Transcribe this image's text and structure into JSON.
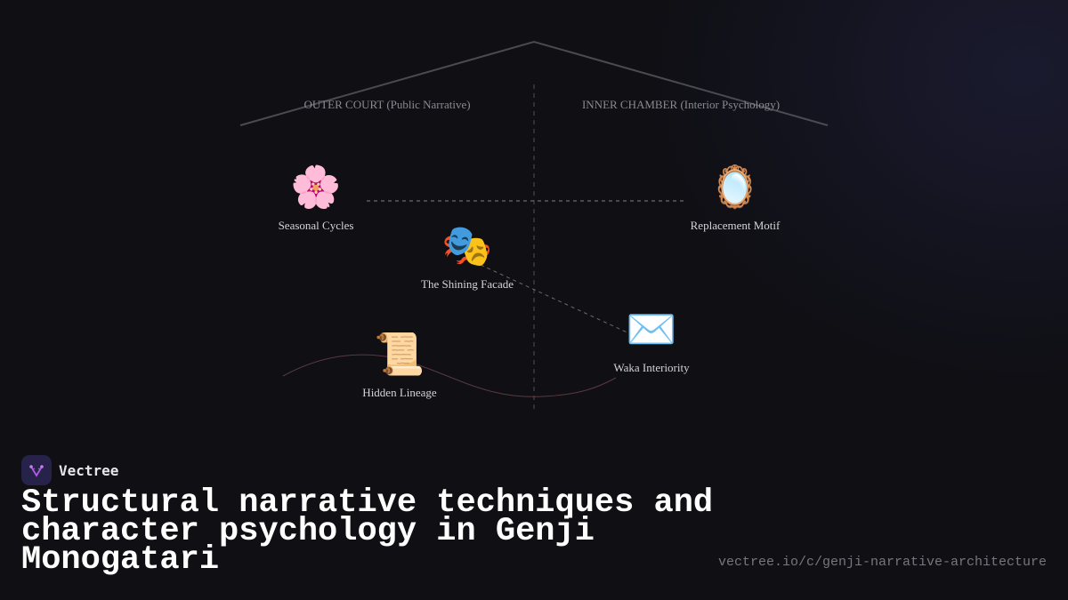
{
  "diagram": {
    "zones": [
      {
        "label": "OUTER COURT (Public Narrative)"
      },
      {
        "label": "INNER CHAMBER (Interior Psychology)"
      }
    ],
    "nodes": [
      {
        "icon": "🌸",
        "icon_name": "cherry-blossom-icon",
        "label": "Seasonal Cycles"
      },
      {
        "icon": "🎭",
        "icon_name": "theater-masks-icon",
        "label": "The Shining Facade"
      },
      {
        "icon": "📜",
        "icon_name": "scroll-icon",
        "label": "Hidden Lineage"
      },
      {
        "icon": "🪞",
        "icon_name": "mirror-icon",
        "label": "Replacement Motif"
      },
      {
        "icon": "✉️",
        "icon_name": "envelope-icon",
        "label": "Waka Interiority"
      }
    ],
    "colors": {
      "roof_line": "#4a4a50",
      "divider": "#3a3a40",
      "dashed_link": "#6a6a70",
      "curve_link": "#5a3a3e"
    }
  },
  "brand": {
    "name": "Vectree"
  },
  "title": "Structural narrative techniques and character psychology in Genji Monogatari",
  "url": "vectree.io/c/genji-narrative-architecture"
}
